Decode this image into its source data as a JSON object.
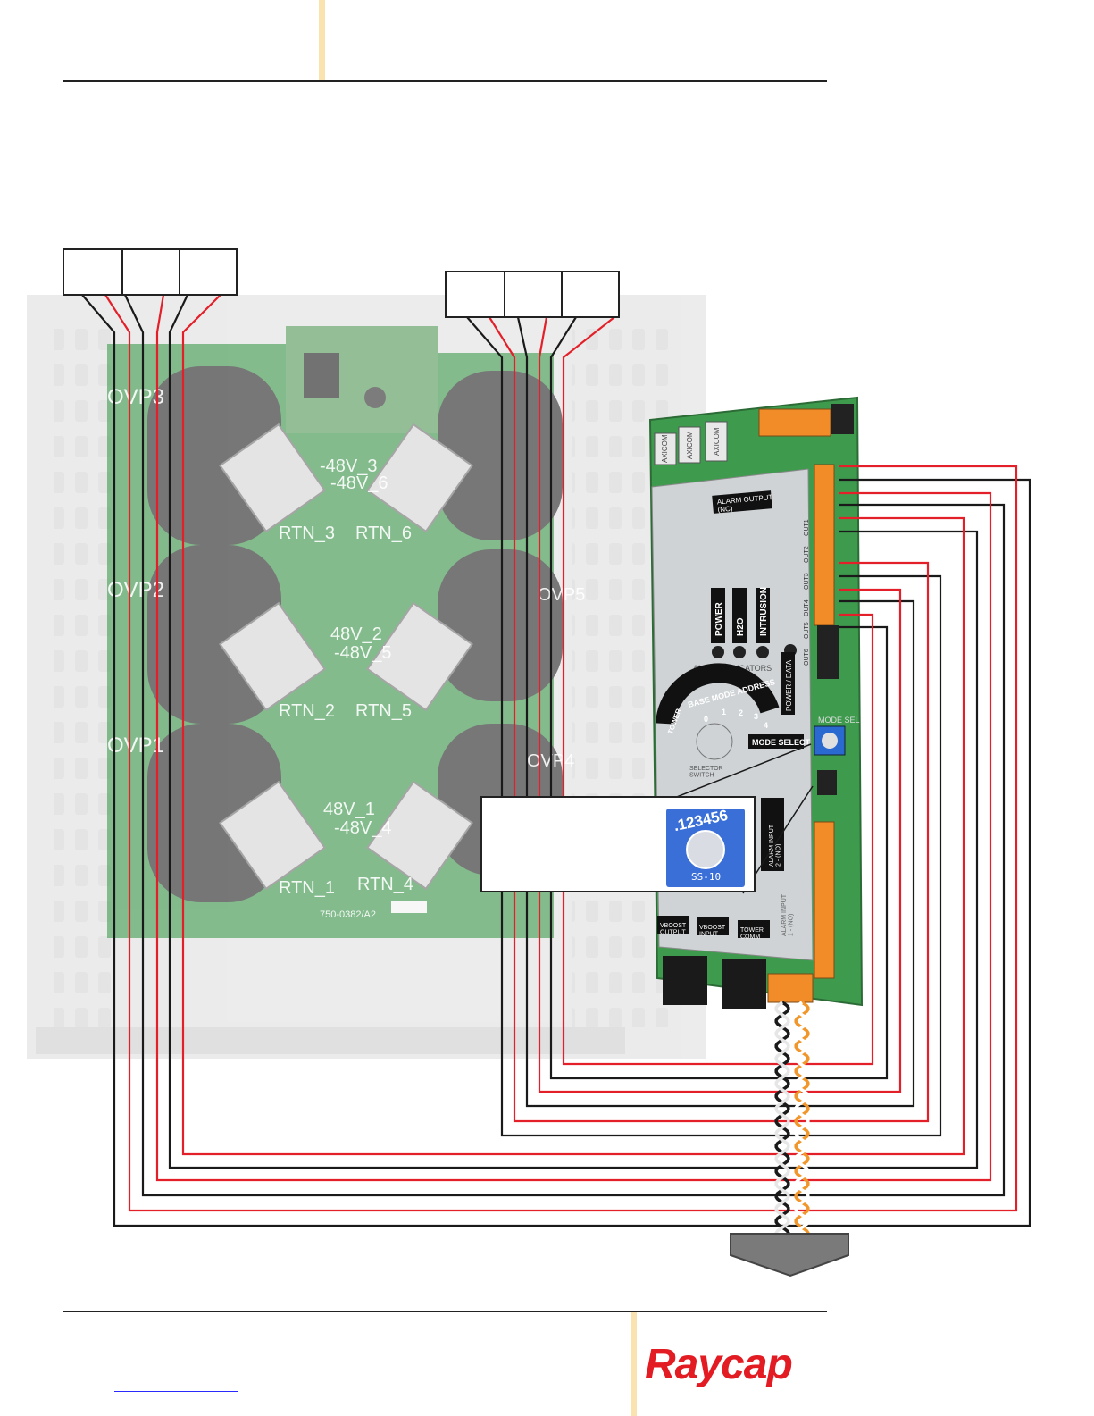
{
  "brand": {
    "name": "Raycap",
    "color": "#e31b23"
  },
  "colors": {
    "wire_red": "#e3202a",
    "wire_black": "#1a1a1a",
    "wire_orange": "#f0962a",
    "board_green": "#3e9b4e",
    "plate_silver": "#cfd3d6",
    "rule": "#222222",
    "tab_yellow": "#fbe3b0"
  },
  "board": {
    "module_labels": [
      "OVP3",
      "OVP2",
      "OVP1",
      "OVP5",
      "OVP4"
    ],
    "terminal_labels": [
      "-48V_3",
      "-48V_6",
      "RTN_3",
      "RTN_6",
      "48V_2",
      "-48V_5",
      "RTN_2",
      "RTN_5",
      "48V_1",
      "-48V_4",
      "RTN_1",
      "RTN_4"
    ],
    "part_number": "750-0382/A2"
  },
  "controller": {
    "relay_brand": "AXICOM",
    "alarm_output": "ALARM OUTPUT\n(NC)",
    "indicators": [
      "POWER",
      "H2O",
      "INTRUSION"
    ],
    "indicators_caption": "ALARM INDICATORS",
    "power_data": "POWER / DATA",
    "base_mode_address": "BASE MODE ADDRESS",
    "dial_positions": [
      "TOWER",
      "0",
      "1",
      "2",
      "3",
      "4"
    ],
    "selector_switch": "SELECTOR\nSWITCH",
    "mode_select": "MODE SELECT",
    "mode_sel_silk": "MODE SEL",
    "alarm_input_2": "ALARM INPUT\n2 - (NO)",
    "alarm_input_1": "ALARM INPUT\n1 - (NO)",
    "ports": [
      "VBOOST\nOUTPUT",
      "VBOOST\nINPUT",
      "TOWER\nCOMM"
    ],
    "out_labels": [
      "OUT1",
      "OUT2",
      "OUT3",
      "OUT4",
      "OUT5",
      "OUT6"
    ]
  },
  "switch_photo": {
    "digits": ".123456",
    "model": "SS-10"
  }
}
